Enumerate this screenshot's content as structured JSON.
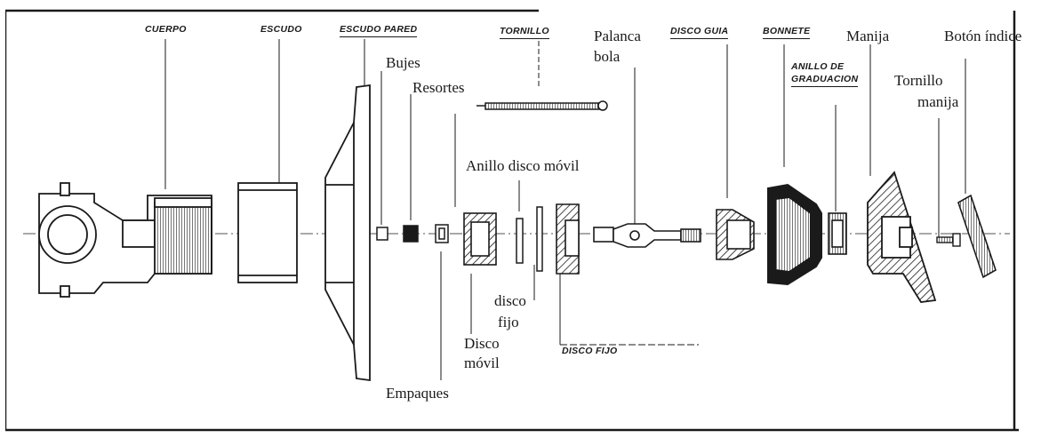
{
  "diagram": {
    "labels": {
      "cuerpo": "CUERPO",
      "escudo": "ESCUDO",
      "escudo_pared": "ESCUDO PARED",
      "tornillo": "TORNILLO",
      "palanca_bola_1": "Palanca",
      "palanca_bola_2": "bola",
      "disco_guia": "DISCO GUIA",
      "bonnete": "BONNETE",
      "manija": "Manija",
      "boton_indice": "Botón índice",
      "bujes": "Bujes",
      "resortes": "Resortes",
      "anillo_graduacion_1": "ANILLO DE",
      "anillo_graduacion_2": "GRADUACION",
      "tornillo_manija_1": "Tornillo",
      "tornillo_manija_2": "manija",
      "anillo_disco_movil": "Anillo disco móvil",
      "disco_fijo_lower_1": "disco",
      "disco_fijo_lower_2": "fijo",
      "disco_movil_1": "Disco",
      "disco_movil_2": "móvil",
      "disco_fijo_caps": "DISCO FIJO",
      "empaques": "Empaques"
    },
    "colors": {
      "ink": "#1a1a1a",
      "paper": "#ffffff"
    }
  }
}
